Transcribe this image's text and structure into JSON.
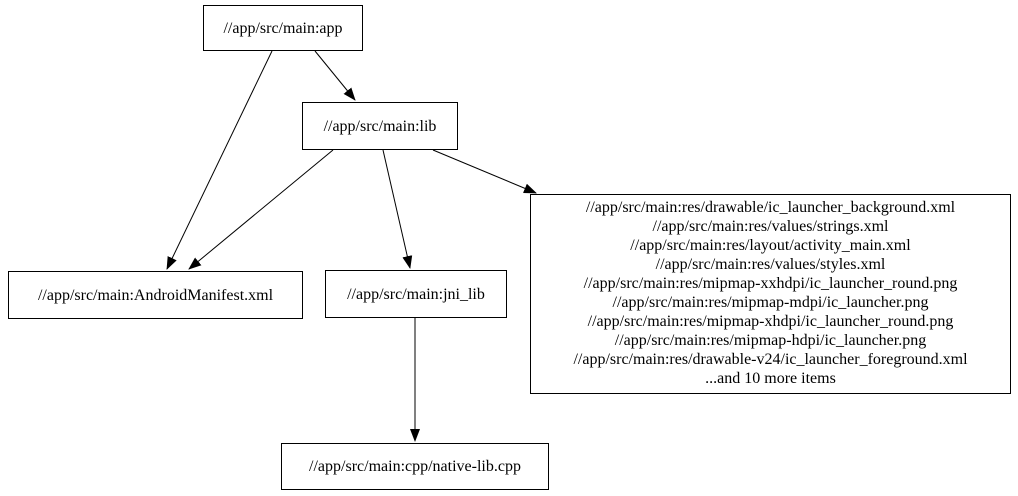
{
  "colors": {
    "background": "#ffffff",
    "node_fill": "#ffffff",
    "node_border": "#000000",
    "edge": "#000000",
    "text": "#000000"
  },
  "nodes": {
    "app": {
      "label": "//app/src/main:app"
    },
    "lib": {
      "label": "//app/src/main:lib"
    },
    "android_manifest": {
      "label": "//app/src/main:AndroidManifest.xml"
    },
    "jni_lib": {
      "label": "//app/src/main:jni_lib"
    },
    "res_file_group": {
      "lines": [
        "//app/src/main:res/drawable/ic_launcher_background.xml",
        "//app/src/main:res/values/strings.xml",
        "//app/src/main:res/layout/activity_main.xml",
        "//app/src/main:res/values/styles.xml",
        "//app/src/main:res/mipmap-xxhdpi/ic_launcher_round.png",
        "//app/src/main:res/mipmap-mdpi/ic_launcher.png",
        "//app/src/main:res/mipmap-xhdpi/ic_launcher_round.png",
        "//app/src/main:res/mipmap-hdpi/ic_launcher.png",
        "//app/src/main:res/drawable-v24/ic_launcher_foreground.xml",
        "...and 10 more items"
      ]
    },
    "native_lib_cpp": {
      "label": "//app/src/main:cpp/native-lib.cpp"
    }
  },
  "edges": [
    {
      "from": "//app/src/main:app",
      "to": "//app/src/main:lib"
    },
    {
      "from": "//app/src/main:app",
      "to": "//app/src/main:AndroidManifest.xml"
    },
    {
      "from": "//app/src/main:lib",
      "to": "//app/src/main:AndroidManifest.xml"
    },
    {
      "from": "//app/src/main:lib",
      "to": "//app/src/main:jni_lib"
    },
    {
      "from": "//app/src/main:lib",
      "to": "res_file_group"
    },
    {
      "from": "//app/src/main:jni_lib",
      "to": "//app/src/main:cpp/native-lib.cpp"
    }
  ]
}
